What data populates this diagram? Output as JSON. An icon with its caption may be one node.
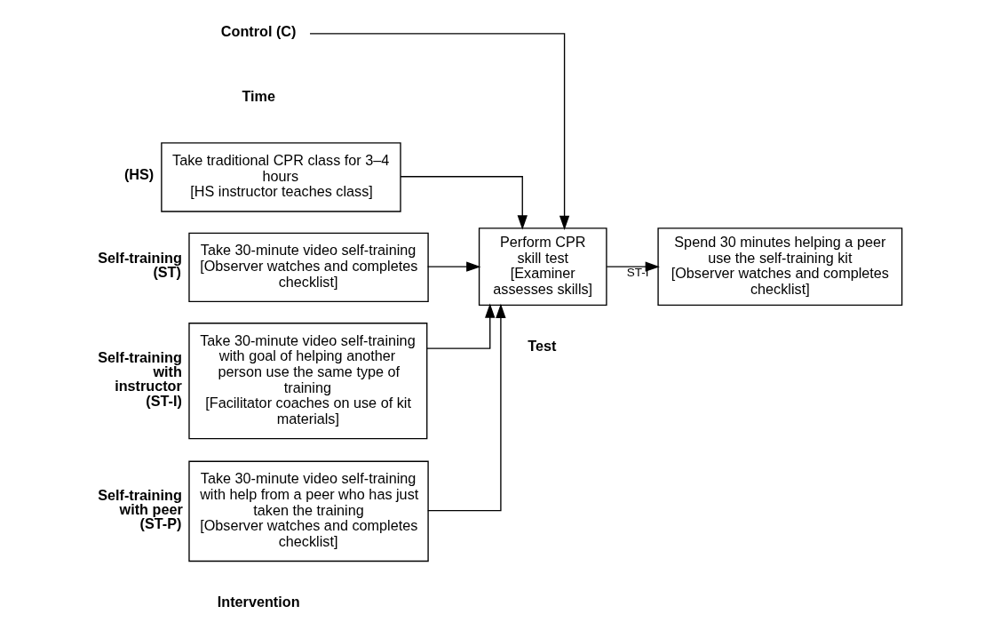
{
  "diagram": {
    "nodes": [
      {
        "text": [
          "Control (C)"
        ]
      },
      {
        "text": [
          "Take traditional CPR class for 3–4 hours",
          "[HS instructor teaches class]"
        ],
        "beside": [
          "(HS)"
        ]
      },
      {
        "text": [
          "Take 30-minute video self-training",
          "[Observer watches and completes checklist]"
        ],
        "beside": [
          "Self-training (ST)"
        ]
      },
      {
        "text": [
          "Take 30-minute video self-training with goal of helping another person use the same type of training",
          "[Facilitator coaches on use of kit materials]"
        ],
        "beside": [
          "Self-training with instructor (ST-I)"
        ]
      },
      {
        "text": [
          "Take 30-minute video self-training with help from a peer who has just taken the training",
          "[Observer watches and completes checklist]"
        ],
        "beside": [
          "Self-training with peer (ST-P)"
        ]
      },
      {
        "text": [
          "Perform CPR skill test",
          "[Examiner assesses skills]"
        ]
      },
      {
        "text": [
          "Spend 30 minutes helping a peer use the self-training kit",
          "[Observer watches and completes checklist]"
        ]
      }
    ],
    "edges": [
      {
        "from": 0,
        "to": 5,
        "arrow": "to"
      },
      {
        "from": 1,
        "to": 5,
        "arrow": "to"
      },
      {
        "from": 2,
        "to": 5,
        "arrow": "to"
      },
      {
        "from": 3,
        "to": 5,
        "arrow": "to"
      },
      {
        "from": 4,
        "to": 5,
        "arrow": "to"
      },
      {
        "from": 5,
        "to": 6,
        "arrow": "to",
        "label": "ST-I"
      }
    ],
    "labels": [
      "Intervention",
      "Test",
      "Time"
    ]
  }
}
